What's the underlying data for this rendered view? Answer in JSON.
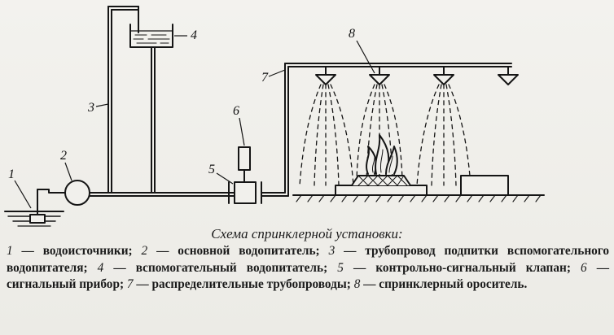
{
  "caption": "Схема спринклерной установки:",
  "legend": [
    {
      "n": "1",
      "text": "водоисточники;"
    },
    {
      "n": "2",
      "text": "основной водопитатель;"
    },
    {
      "n": "3",
      "text": "трубопровод подпитки вспомогательного водопитателя;"
    },
    {
      "n": "4",
      "text": "вспомогательный водопитатель;"
    },
    {
      "n": "5",
      "text": "контрольно-сигнальный клапан;"
    },
    {
      "n": "6",
      "text": "сигнальный прибор;"
    },
    {
      "n": "7",
      "text": "распределительные трубопроводы;"
    },
    {
      "n": "8",
      "text": "спринклерный ороситель."
    }
  ],
  "labels": {
    "l1": "1",
    "l2": "2",
    "l3": "3",
    "l4": "4",
    "l5": "5",
    "l6": "6",
    "l7": "7",
    "l8": "8"
  }
}
